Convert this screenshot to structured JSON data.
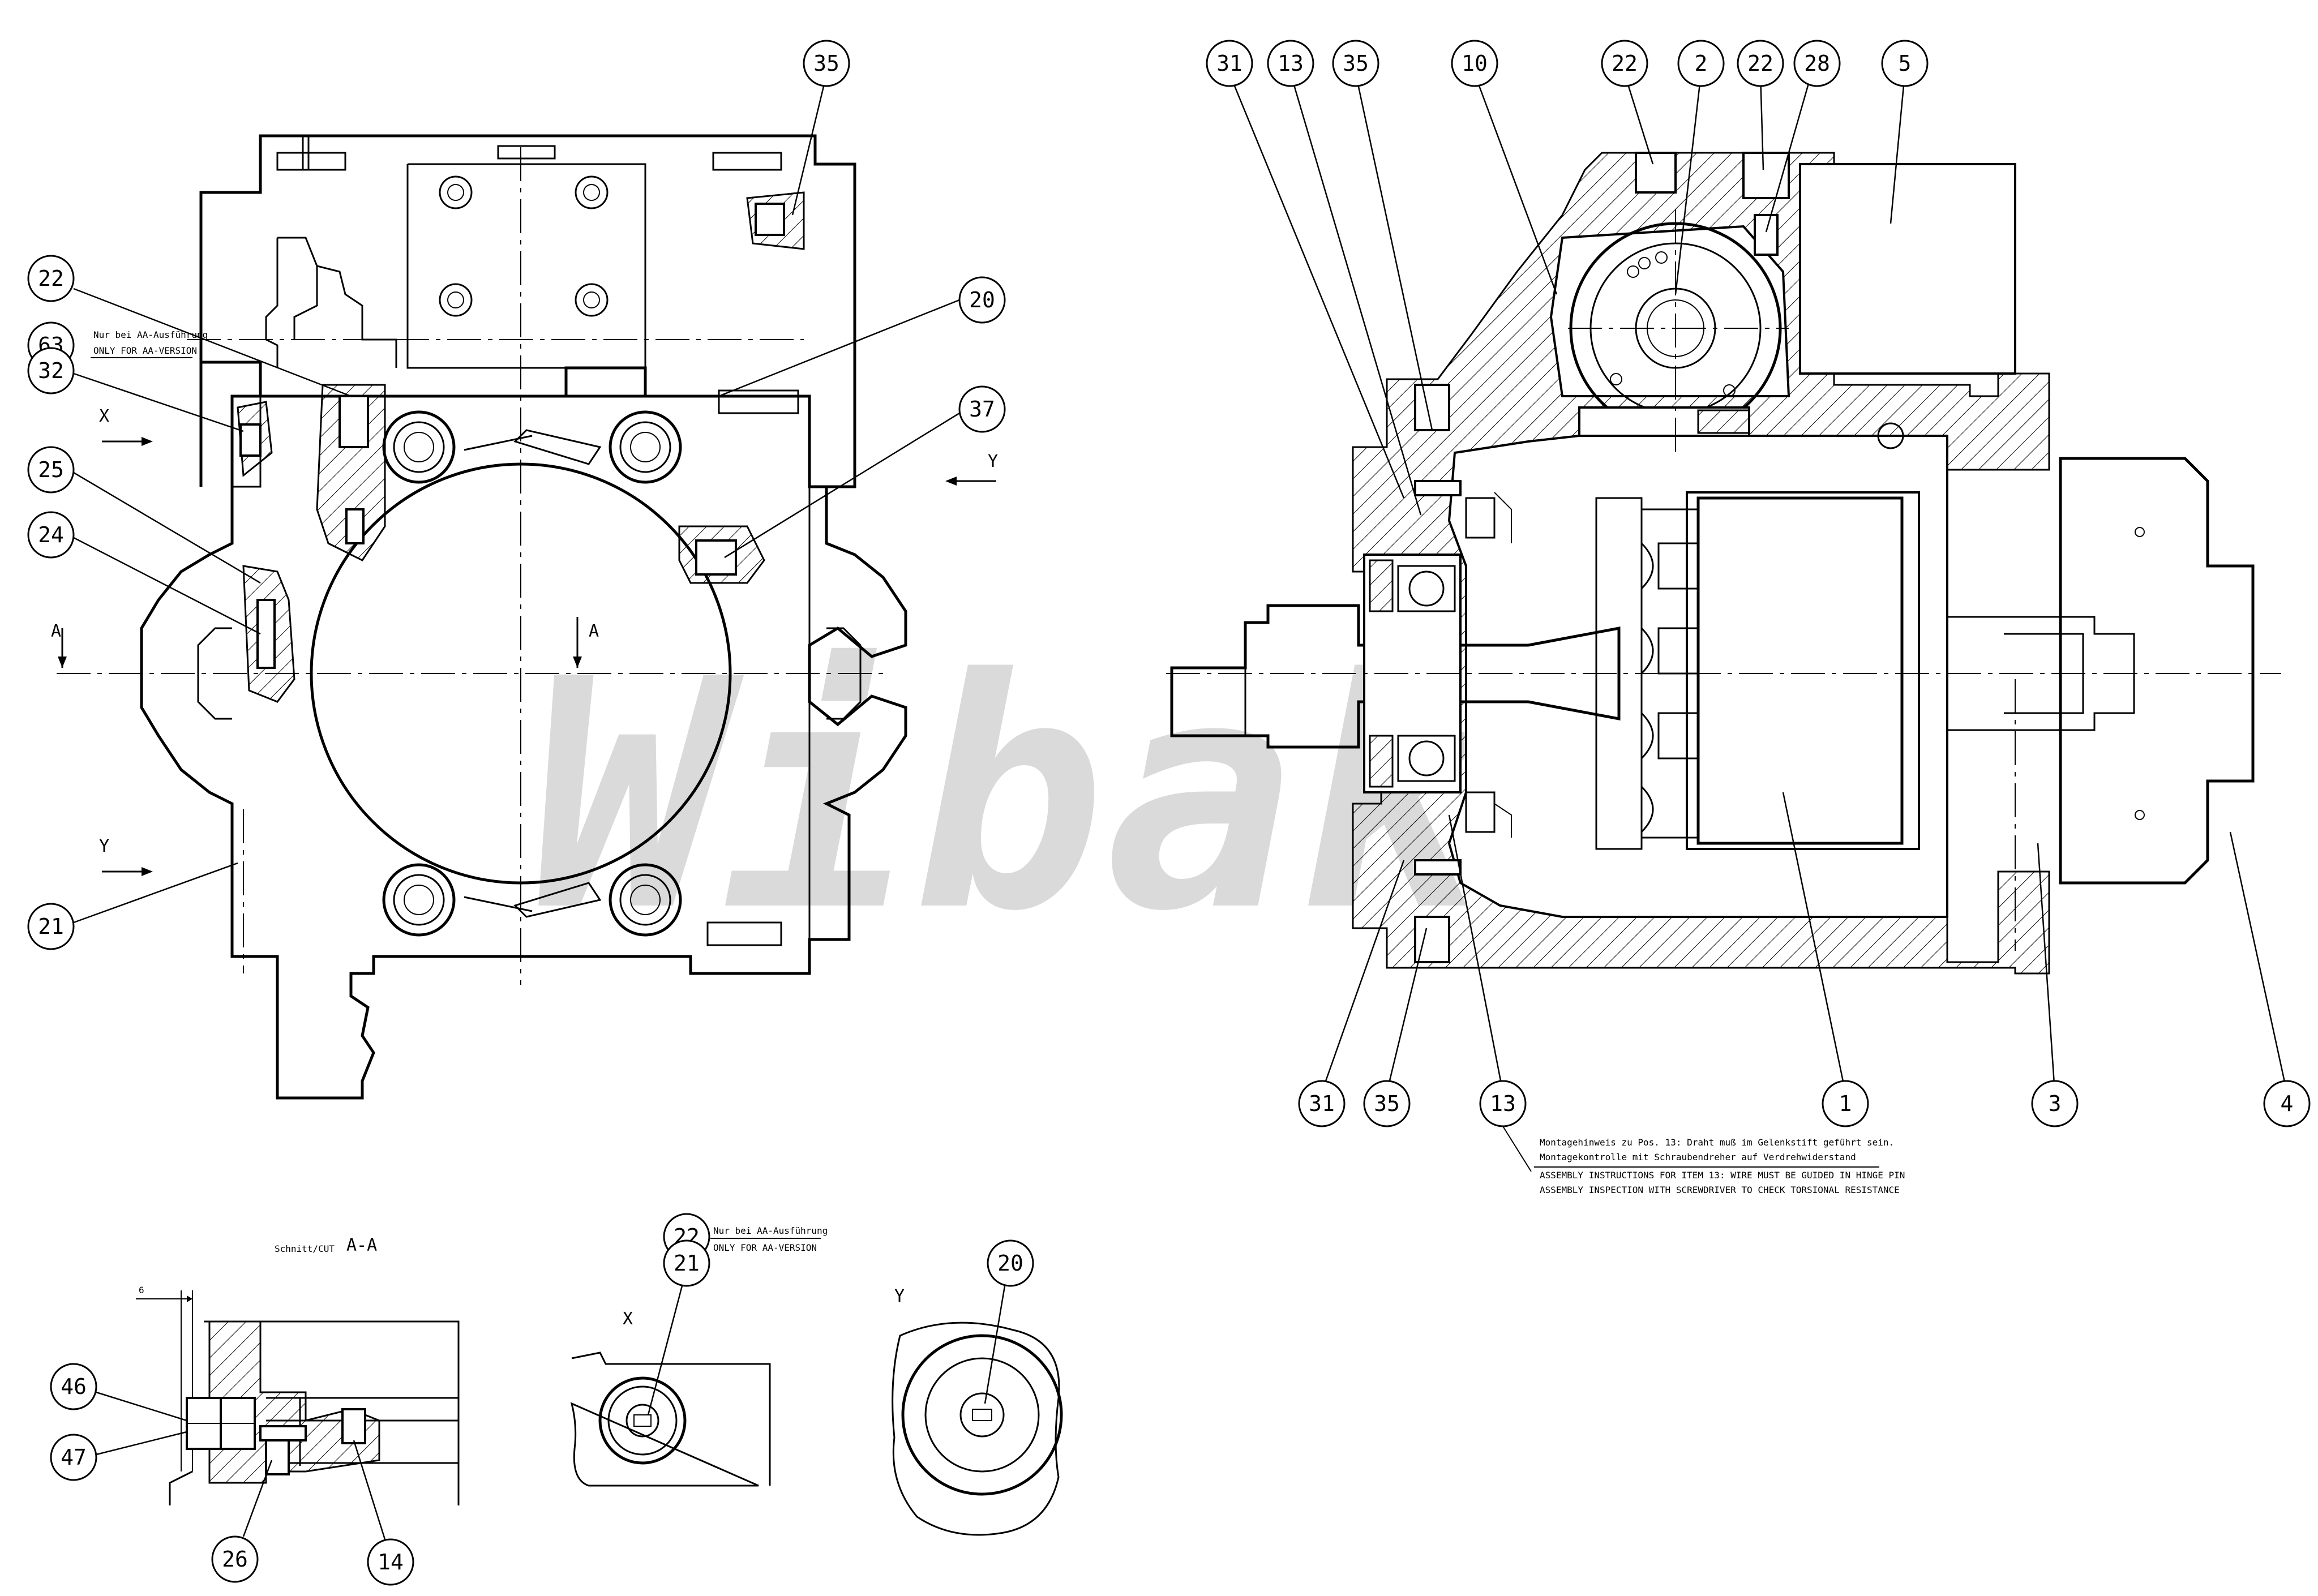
{
  "watermark": "Wibaku",
  "view_labels": {
    "x_arrow_top": "X",
    "y_arrow_left": "Y",
    "y_arrow_right": "Y",
    "section_a_left": "A",
    "section_a_mid": "A",
    "detail_x": "X",
    "detail_y": "Y"
  },
  "notes": {
    "aa_version_de": "Nur bei AA-Ausführung",
    "aa_version_en": "ONLY FOR AA-VERSION",
    "aa_version_de_2": "Nur bei AA-Ausführung",
    "aa_version_en_2": "ONLY FOR AA-VERSION",
    "assembly_de_1": "Montagehinweis zu Pos. 13: Draht muß im Gelenkstift geführt sein.",
    "assembly_de_2": "Montagekontrolle mit Schraubendreher auf Verdrehwiderstand",
    "assembly_en_1": "ASSEMBLY INSTRUCTIONS FOR ITEM 13: WIRE MUST BE GUIDED IN HINGE PIN",
    "assembly_en_2": "ASSEMBLY INSPECTION WITH SCREWDRIVER TO CHECK TORSIONAL RESISTANCE",
    "section_title": "Schnitt/CUT",
    "section_name": "A-A",
    "dimension_6": "6"
  },
  "callouts": {
    "left_view": {
      "c35": "35",
      "c22": "22",
      "c63": "63",
      "c32": "32",
      "c20": "20",
      "c37": "37",
      "c25": "25",
      "c24": "24",
      "c21": "21"
    },
    "section_view": {
      "c31_top": "31",
      "c13_top": "13",
      "c35_top": "35",
      "c10": "10",
      "c22_a": "22",
      "c2": "2",
      "c22_b": "22",
      "c28": "28",
      "c5": "5",
      "c31_bot": "31",
      "c35_bot": "35",
      "c13_bot": "13",
      "c1": "1",
      "c3": "3",
      "c4": "4"
    },
    "detail_aa": {
      "c46": "46",
      "c47": "47",
      "c26": "26",
      "c14": "14"
    },
    "detail_x": {
      "c22": "22",
      "c21": "21"
    },
    "detail_y": {
      "c20": "20"
    }
  }
}
